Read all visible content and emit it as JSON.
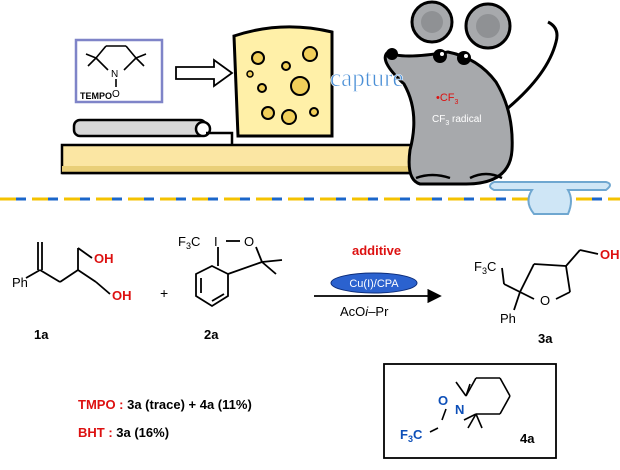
{
  "scene": {
    "tempo_label": "TEMPO",
    "tempo_atoms": {
      "n": "N",
      "o": "O"
    },
    "capture_text": "capture",
    "cf3_text": "•CF",
    "cf3_sub": "3",
    "radical_text": "CF",
    "radical_sub": "3",
    "radical_word": " radical"
  },
  "reaction": {
    "sm1": {
      "label": "1a",
      "oh_top": "OH",
      "oh_bottom": "OH",
      "ph": "Ph"
    },
    "plus": "+",
    "sm2": {
      "label": "2a",
      "cf3": "F",
      "cf3_c": "C",
      "cf3_sub": "3",
      "iodine": "I",
      "oxygen": "O"
    },
    "additive": "additive",
    "catalyst": "Cu(I)/CPA",
    "solvent_a": "AcO",
    "solvent_i": "i",
    "solvent_b": "–Pr",
    "product": {
      "label": "3a",
      "oh": "OH",
      "oxygen": "O",
      "ph": "Ph",
      "cf3": "F",
      "cf3_c": "C",
      "cf3_sub": "3"
    }
  },
  "results": [
    {
      "reagent": "TMPO :",
      "outcome": " 3a (trace) + 4a (11%)"
    },
    {
      "reagent": "BHT :",
      "outcome": "  3a (16%)"
    }
  ],
  "adduct": {
    "label": "4a",
    "n": "N",
    "o": "O",
    "cf3": "F",
    "cf3_c": "C",
    "cf3_sub": "3"
  },
  "colors": {
    "accent_red": "#dd1111",
    "mouse_gray": "#a7a9ac",
    "cheese_yellow": "#fff0a8",
    "trap_base": "#fbe6a3",
    "water_blue": "#cfe6f6",
    "dash_yellow": "#f4c200",
    "dash_blue": "#1b66c9",
    "catalyst_blue": "#2b62cf",
    "adduct_blue": "#0d4fb8"
  }
}
